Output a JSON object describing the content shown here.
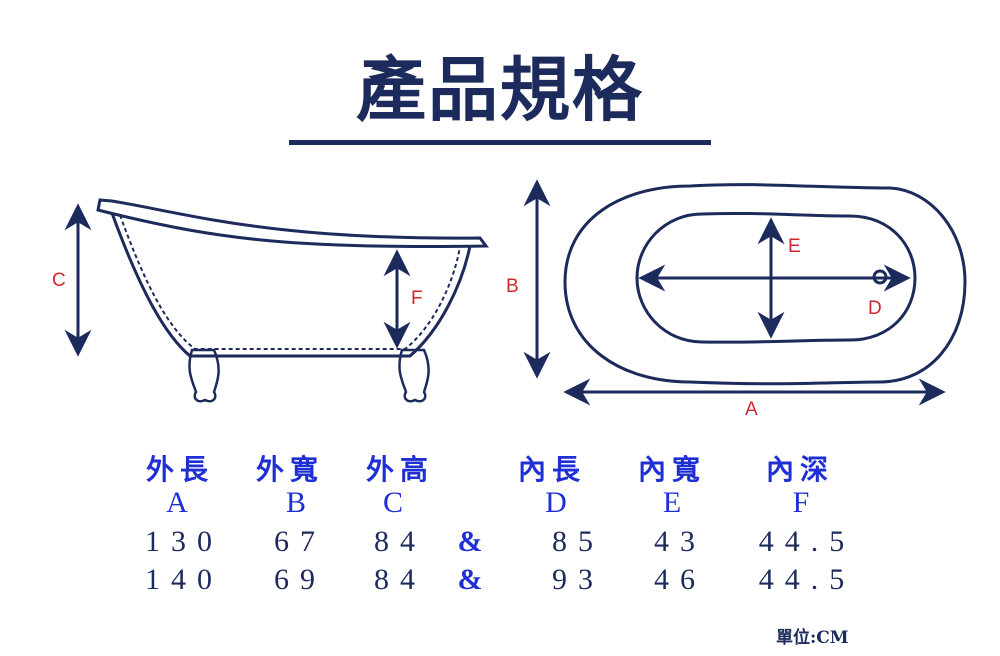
{
  "title": "產品規格",
  "diagram_labels": {
    "A": "A",
    "B": "B",
    "C": "C",
    "D": "D",
    "E": "E",
    "F": "F"
  },
  "table": {
    "headers": [
      "外長",
      "外寬",
      "外高",
      "內長",
      "內寬",
      "內深"
    ],
    "letters": [
      "A",
      "B",
      "C",
      "D",
      "E",
      "F"
    ],
    "separator": "&",
    "rows": [
      [
        "130",
        "67",
        "84",
        "85",
        "43",
        "44.5"
      ],
      [
        "140",
        "69",
        "84",
        "93",
        "46",
        "44.5"
      ]
    ]
  },
  "unit_note": "單位:CM",
  "colors": {
    "navy": "#1c2a5c",
    "blue_text": "#1f2fd6",
    "label_red": "#d2262e"
  }
}
